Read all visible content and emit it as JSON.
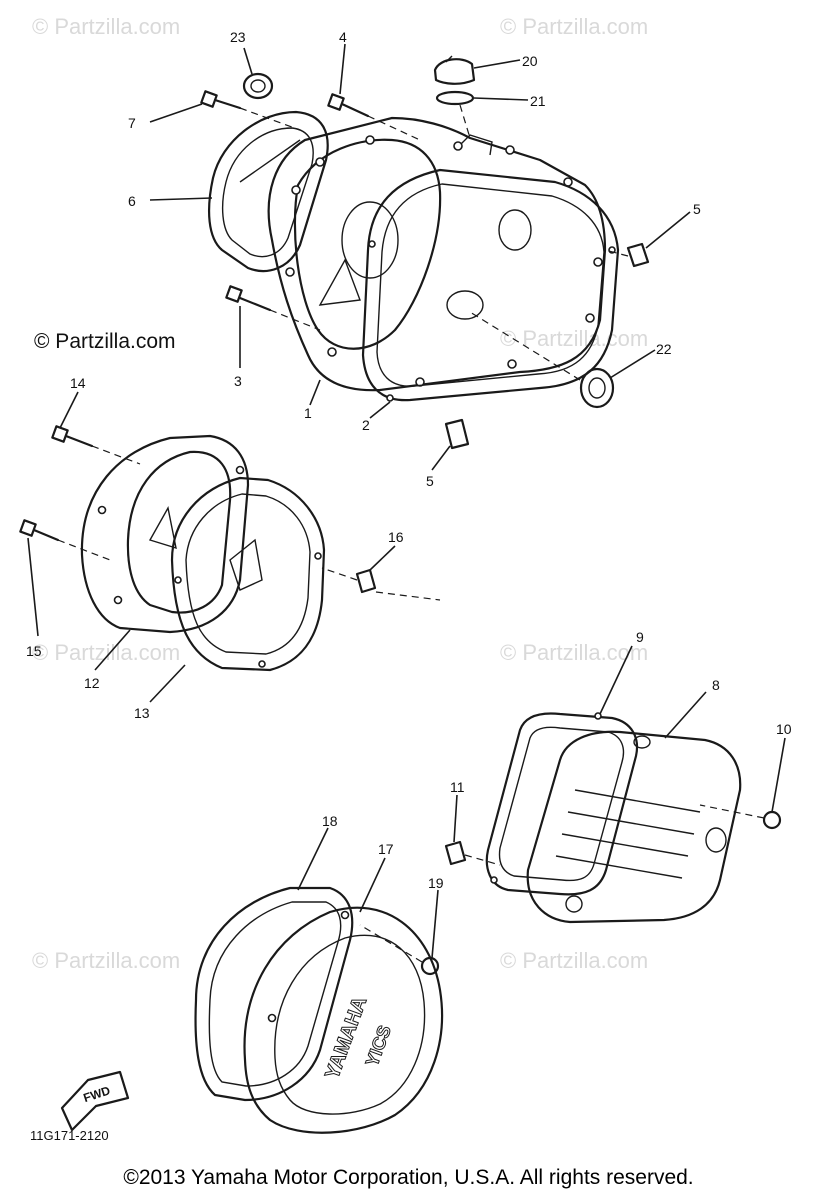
{
  "watermark": "© Partzilla.com",
  "site_credit": "© Partzilla.com",
  "diagram_code": "11G171-2120",
  "copyright": "©2013  Yamaha Motor Corporation, U.S.A. All rights reserved.",
  "cover_logo": "YAMAHA",
  "cover_model": "YICS",
  "fwd_label": "FWD",
  "callouts": {
    "c1": "1",
    "c2": "2",
    "c3": "3",
    "c4": "4",
    "c5a": "5",
    "c5b": "5",
    "c6": "6",
    "c7": "7",
    "c8": "8",
    "c9": "9",
    "c10": "10",
    "c11": "11",
    "c12": "12",
    "c13": "13",
    "c14": "14",
    "c15": "15",
    "c16": "16",
    "c17": "17",
    "c18": "18",
    "c19": "19",
    "c20": "20",
    "c21": "21",
    "c22": "22",
    "c23": "23"
  }
}
